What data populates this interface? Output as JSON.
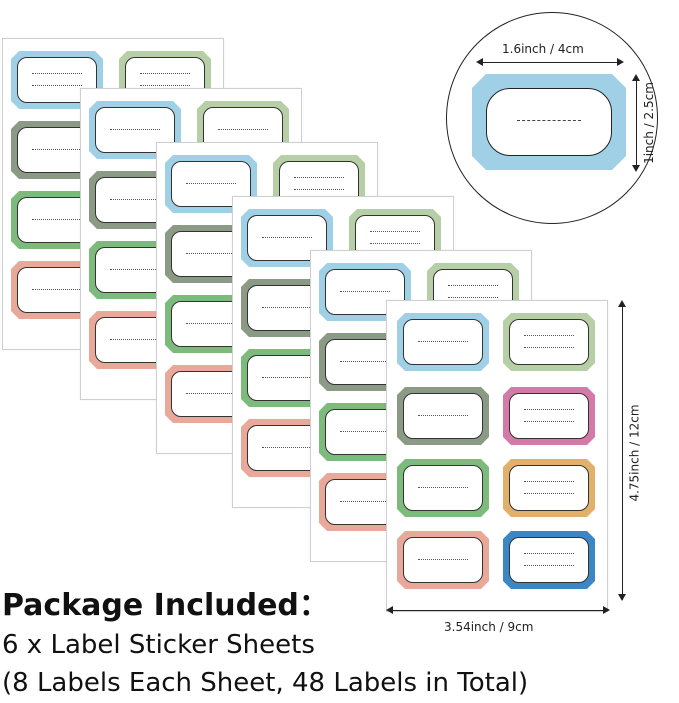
{
  "product": {
    "title": "Package Included：",
    "line1": "6 x Label Sticker Sheets",
    "line2": "(8 Labels Each Sheet, 48 Labels in Total)"
  },
  "dimensions": {
    "label_width": "1.6inch / 4cm",
    "label_height": "1inch / 2.5cm",
    "sheet_width": "3.54inch / 9cm",
    "sheet_height": "4.75inch / 12cm"
  },
  "colors": {
    "blue": "#9fd0e6",
    "sage": "#b7cfa6",
    "olive": "#8a9a84",
    "green": "#7dbb7d",
    "peach": "#e8a89a",
    "pink": "#d47aa8",
    "orange": "#e2b06a",
    "deepblue": "#3b86c4"
  },
  "sheets_count": 6
}
